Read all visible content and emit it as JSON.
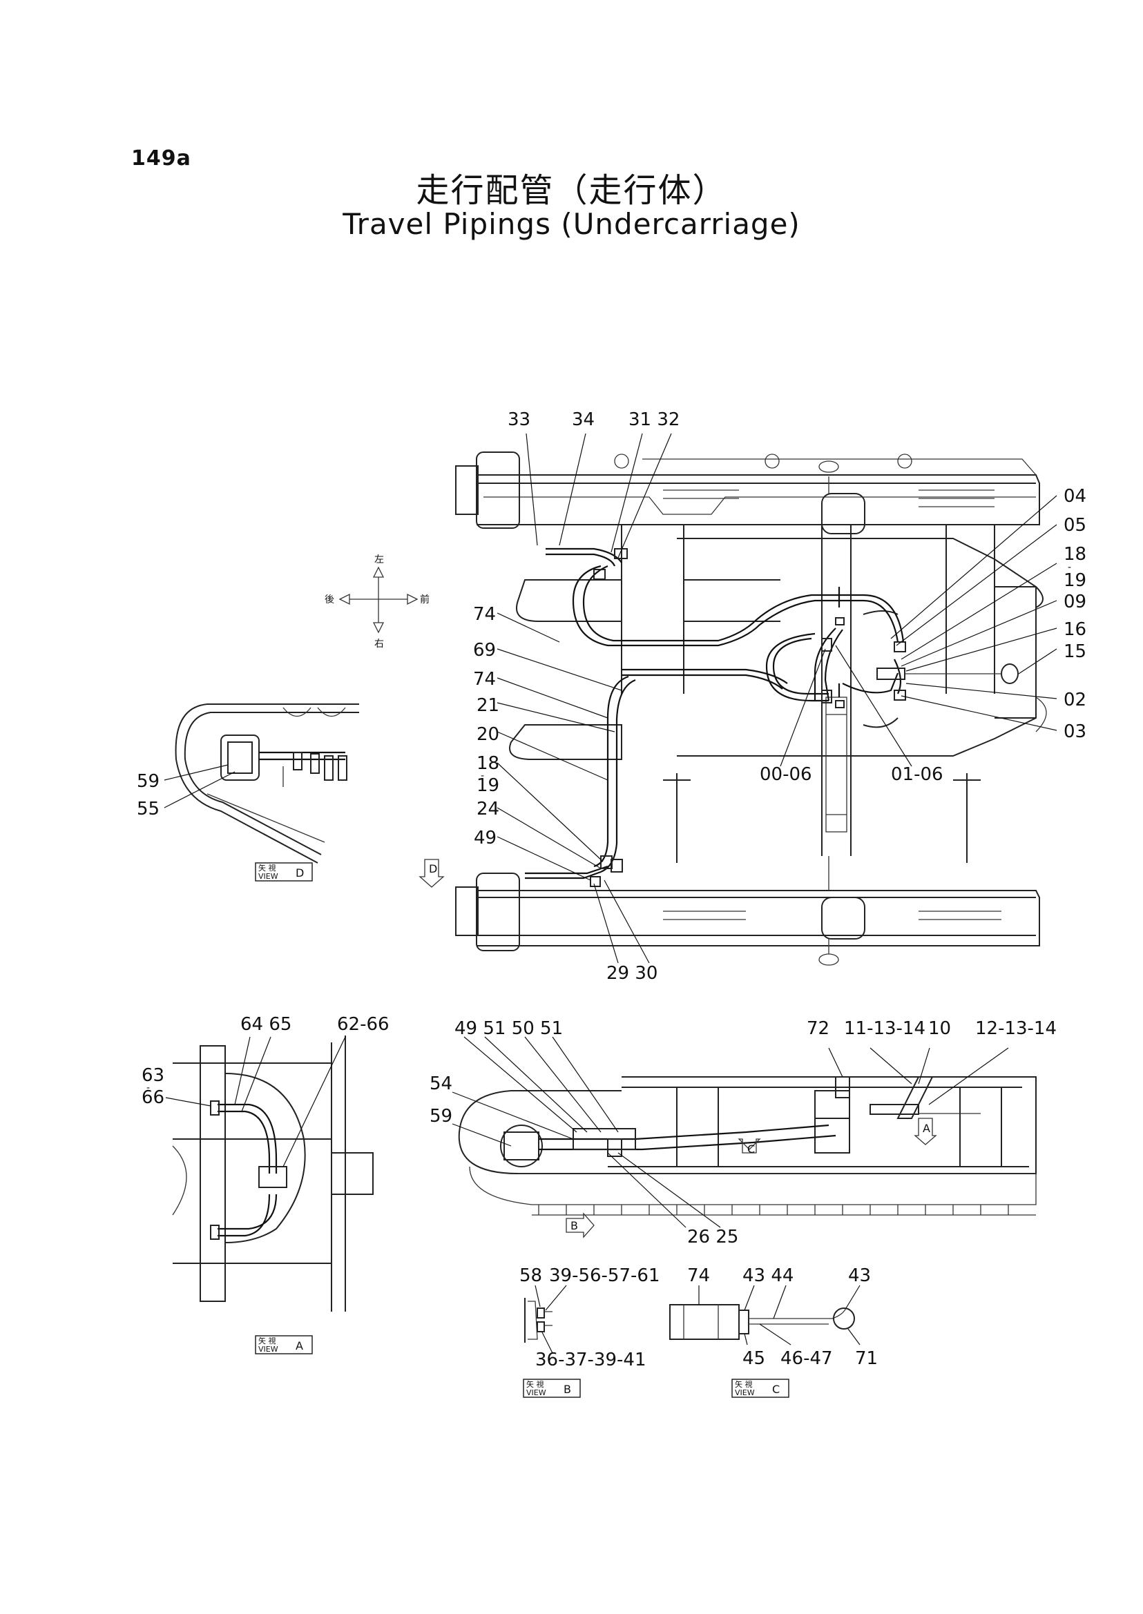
{
  "page_number": "149a",
  "title_ja": "走行配管（走行体）",
  "title_en": "Travel Pipings (Undercarriage)",
  "compass": {
    "front": "前",
    "rear": "後",
    "left": "左",
    "right": "右"
  },
  "view_prefix": "矢 視",
  "view_word": "VIEW",
  "views": {
    "a": "A",
    "b": "B",
    "c": "C",
    "d": "D"
  },
  "labels_main": {
    "l33": "33",
    "l34": "34",
    "l3132": "31 32",
    "l04": "04",
    "l05": "05",
    "l18": "18",
    "l19": "19",
    "l09": "09",
    "l16": "16",
    "l15": "15",
    "l02": "02",
    "l03": "03",
    "l0006": "00-06",
    "l0106": "01-06",
    "l74a": "74",
    "l69": "69",
    "l74b": "74",
    "l21": "21",
    "l20": "20",
    "l18b": "18",
    "l19b": "19",
    "l24": "24",
    "l49": "49",
    "l2930": "29 30"
  },
  "labels_view_d": {
    "l59": "59",
    "l55": "55"
  },
  "labels_view_a": {
    "l6465": "64 65",
    "l6266": "62-66",
    "l63": "63",
    "l66": "66"
  },
  "labels_side": {
    "l4951": "49 51 50 51",
    "l54": "54",
    "l59": "59",
    "l72": "72",
    "l111314": "11-13-14",
    "l10": "10",
    "l121314": "12-13-14",
    "l2625": "26 25"
  },
  "labels_view_b": {
    "l58": "58",
    "l39": "39-56-57-61",
    "l36": "36-37-39-41"
  },
  "labels_view_c": {
    "l74": "74",
    "l4344": "43 44",
    "l43": "43",
    "l45": "45",
    "l4647": "46-47",
    "l71": "71"
  }
}
